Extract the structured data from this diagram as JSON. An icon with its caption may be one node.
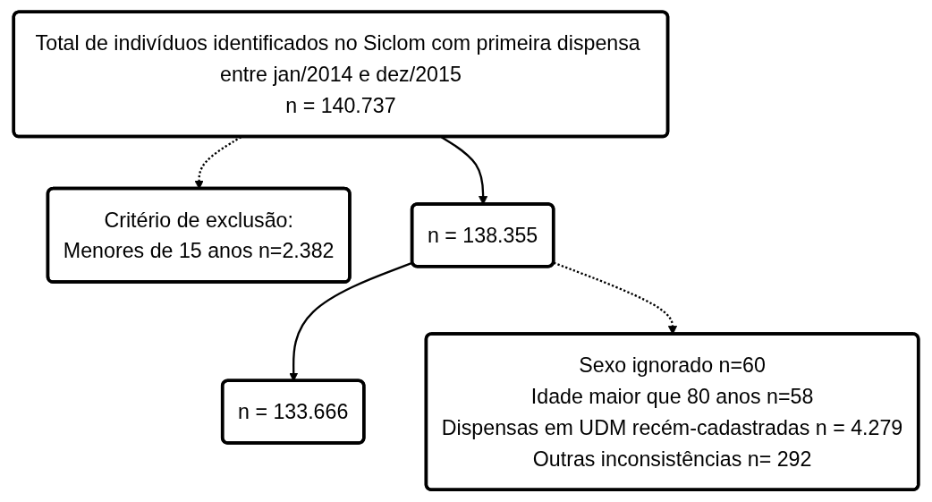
{
  "diagram": {
    "nodes": [
      {
        "text": [
          "Total de indivíduos identificados no Siclom com primeira dispensa entre jan/2014 e dez/2015",
          "n = 140.737"
        ]
      },
      {
        "text": [
          "Critério de exclusão:",
          "Menores de 15 anos n=2.382"
        ]
      },
      {
        "text": [
          "n = 138.355"
        ]
      },
      {
        "text": [
          "Sexo ignorado n=60",
          "Idade maior que 80 anos n=58",
          "Dispensas em UDM recém-cadastradas n = 4.279",
          "Outras inconsistências n= 292"
        ]
      },
      {
        "text": [
          "n = 133.666"
        ]
      }
    ],
    "edges": [
      {
        "from": 0,
        "to": 2,
        "arrow": "to"
      },
      {
        "from": 0,
        "to": 1,
        "arrow": "to",
        "style": "dashed"
      },
      {
        "from": 2,
        "to": 4,
        "arrow": "to"
      },
      {
        "from": 2,
        "to": 3,
        "arrow": "to",
        "style": "dashed"
      }
    ]
  }
}
